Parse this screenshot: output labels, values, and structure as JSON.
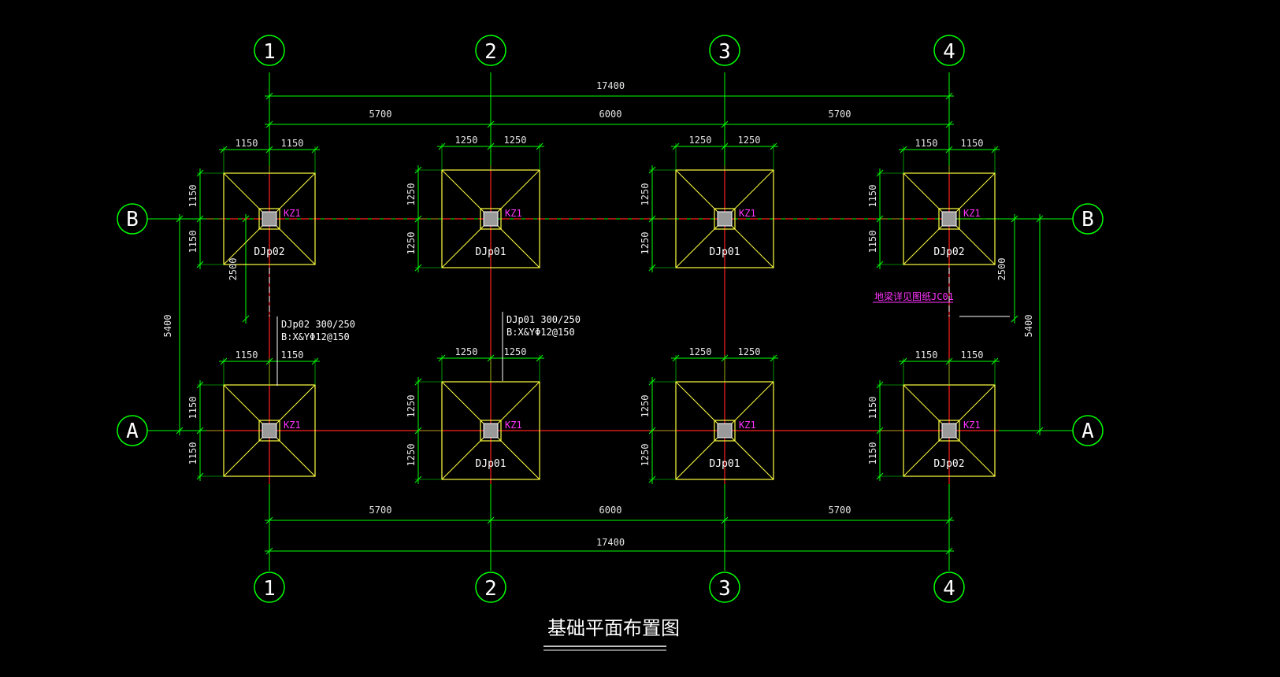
{
  "drawing": {
    "title": "基础平面布置图",
    "overall_dim": "17400",
    "bay_dims": [
      "5700",
      "6000",
      "5700"
    ],
    "row_dim": "5400",
    "tie_dim": "2500",
    "grid_numbers": [
      "1",
      "2",
      "3",
      "4"
    ],
    "grid_letters": [
      "B",
      "A"
    ],
    "column_label": "KZ1",
    "beam_note": "地梁详见图纸JC01",
    "notes": [
      {
        "lines": [
          "DJp02 300/250",
          "B:X&YΦ12@150"
        ]
      },
      {
        "lines": [
          "DJp01 300/250",
          "B:X&YΦ12@150"
        ]
      }
    ],
    "footings": [
      {
        "label": "DJp02",
        "dx": [
          "1150",
          "1150"
        ],
        "dy": [
          "1150",
          "1150"
        ]
      },
      {
        "label": "DJp01",
        "dx": [
          "1250",
          "1250"
        ],
        "dy": [
          "1250",
          "1250"
        ]
      },
      {
        "label": "DJp01",
        "dx": [
          "1250",
          "1250"
        ],
        "dy": [
          "1250",
          "1250"
        ]
      },
      {
        "label": "DJp02",
        "dx": [
          "1150",
          "1150"
        ],
        "dy": [
          "1150",
          "1150"
        ]
      },
      {
        "label": "",
        "dx": [
          "1150",
          "1150"
        ],
        "dy": [
          "1150",
          "1150"
        ]
      },
      {
        "label": "DJp01",
        "dx": [
          "1250",
          "1250"
        ],
        "dy": [
          "1250",
          "1250"
        ]
      },
      {
        "label": "DJp01",
        "dx": [
          "1250",
          "1250"
        ],
        "dy": [
          "1250",
          "1250"
        ]
      },
      {
        "label": "DJp02",
        "dx": [
          "1150",
          "1150"
        ],
        "dy": [
          "1150",
          "1150"
        ]
      }
    ],
    "colors": {
      "grid": "#ff2020",
      "dim": "#00ff00",
      "footing": "#ffff40",
      "label": "#ff33ff",
      "text": "#ffffff",
      "column": "#9a9a9a"
    }
  }
}
